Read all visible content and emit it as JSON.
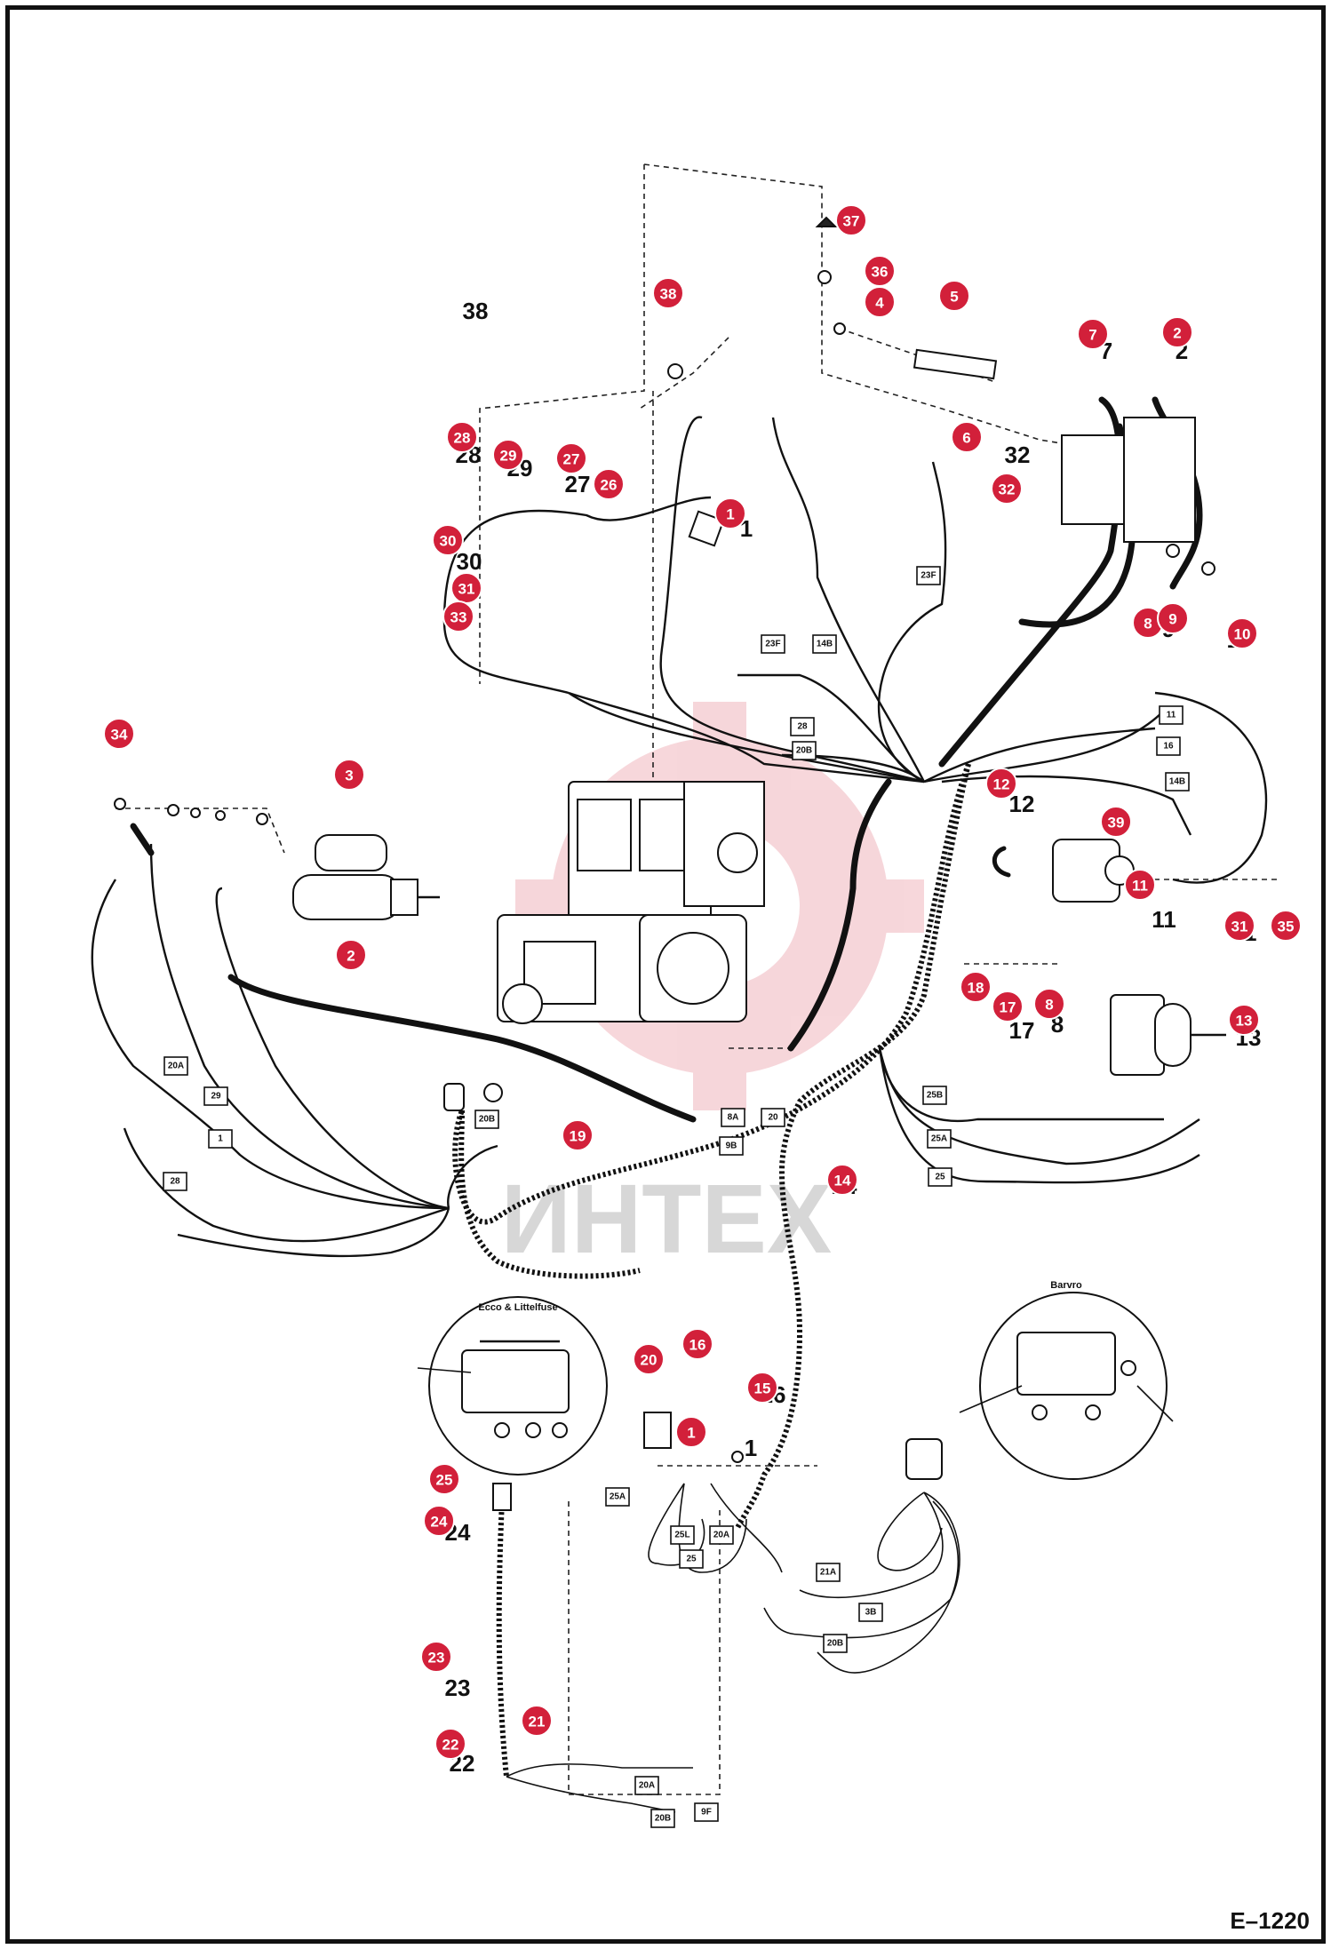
{
  "figure_code": "E–1220",
  "watermark": "ИНТЕХ",
  "insets": {
    "left_title": "Ecco & Littelfuse",
    "right_title": "Barvro"
  },
  "callouts": [
    "37",
    "36",
    "4",
    "5",
    "38",
    "7",
    "2",
    "6",
    "32",
    "28",
    "29",
    "27",
    "26",
    "1",
    "30",
    "31",
    "33",
    "8",
    "9",
    "10",
    "34",
    "3",
    "12",
    "39",
    "11",
    "31",
    "35",
    "2",
    "18",
    "17",
    "8",
    "13",
    "19",
    "14",
    "20",
    "16",
    "15",
    "1",
    "25",
    "24",
    "23",
    "21",
    "22"
  ],
  "tags": [
    "23F",
    "23F",
    "14B",
    "28",
    "20B",
    "11",
    "16",
    "14B",
    "25B",
    "25A",
    "25",
    "20A",
    "29",
    "1",
    "28",
    "20B",
    "8A",
    "20",
    "9B",
    "25A",
    "25L",
    "25",
    "20A",
    "21A",
    "3B",
    "20B",
    "20A",
    "20B",
    "9F"
  ]
}
